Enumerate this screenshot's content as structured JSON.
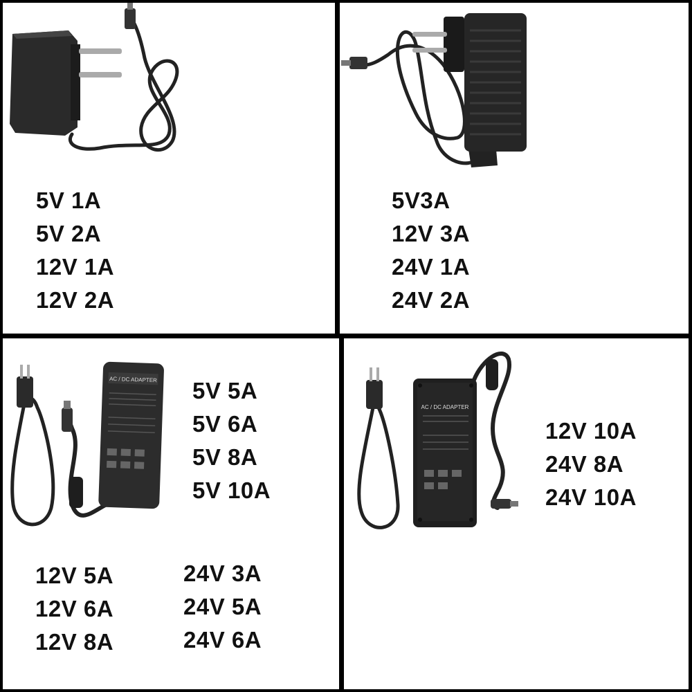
{
  "panels": [
    {
      "specs": [
        "5V 1A",
        "5V 2A",
        "12V 1A",
        "12V 2A"
      ]
    },
    {
      "specs": [
        "5V3A",
        "12V 3A",
        "24V 1A",
        "24V 2A"
      ]
    },
    {
      "specs_right": [
        "5V 5A",
        "5V 6A",
        "5V 8A",
        "5V 10A"
      ],
      "specs_bottom_left": [
        "12V 5A",
        "12V 6A",
        "12V 8A"
      ],
      "specs_bottom_right": [
        "24V 3A",
        "24V 5A",
        "24V 6A"
      ],
      "adapter_label": "AC / DC ADAPTER"
    },
    {
      "specs": [
        "12V 10A",
        "24V 8A",
        "24V 10A"
      ],
      "adapter_label": "AC / DC ADAPTER"
    }
  ],
  "colors": {
    "background": "#ffffff",
    "grid_lines": "#000000",
    "text": "#111111",
    "adapter": "#1e1e1e"
  }
}
